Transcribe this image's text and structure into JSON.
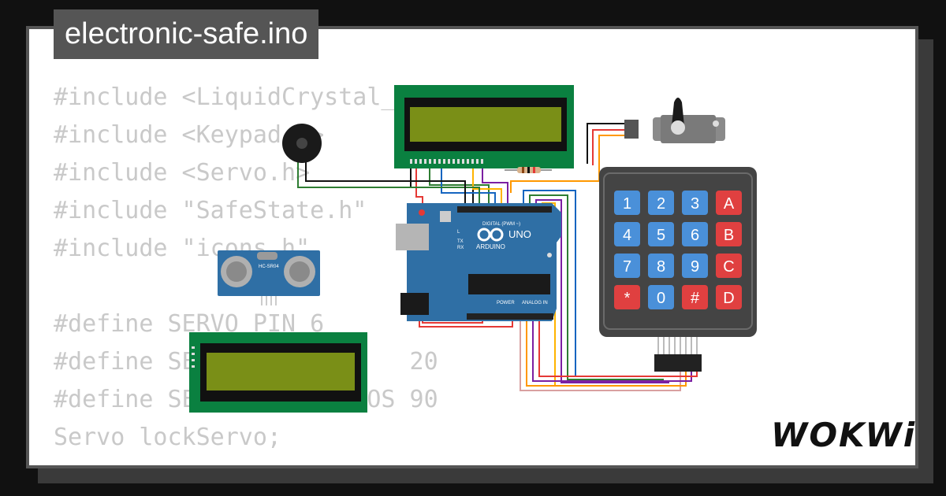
{
  "project": {
    "title": "electronic-safe.ino"
  },
  "code_lines": [
    "#include <LiquidCrystal_I2C.h>",
    "#include <Keypad.h>",
    "#include <Servo.h>",
    "#include \"SafeState.h\"",
    "#include \"icons.h\"",
    "",
    "#define SERVO_PIN 6",
    "#define SERVO_LOCK_POS   20",
    "#define SERVO_UNLOCK_POS 90",
    "Servo lockServo;"
  ],
  "arduino": {
    "model": "UNO",
    "brand": "ARDUINO",
    "digital_label": "DIGITAL (PWM ~)",
    "analog_label": "ANALOG IN",
    "power_label": "POWER",
    "tx_label": "TX",
    "rx_label": "RX",
    "l_label": "L"
  },
  "sensor": {
    "label": "HC-SR04"
  },
  "keypad": {
    "keys": [
      "1",
      "2",
      "3",
      "A",
      "4",
      "5",
      "6",
      "B",
      "7",
      "8",
      "9",
      "C",
      "*",
      "0",
      "#",
      "D"
    ]
  },
  "brand": {
    "logo": "WOKWi"
  },
  "colors": {
    "board": "#2f6fa5",
    "keypad_body": "#444444",
    "key_blue": "#4a90d9",
    "key_red": "#e04040",
    "lcd_green": "#0a8040",
    "lcd_screen": "#7a8f17"
  }
}
